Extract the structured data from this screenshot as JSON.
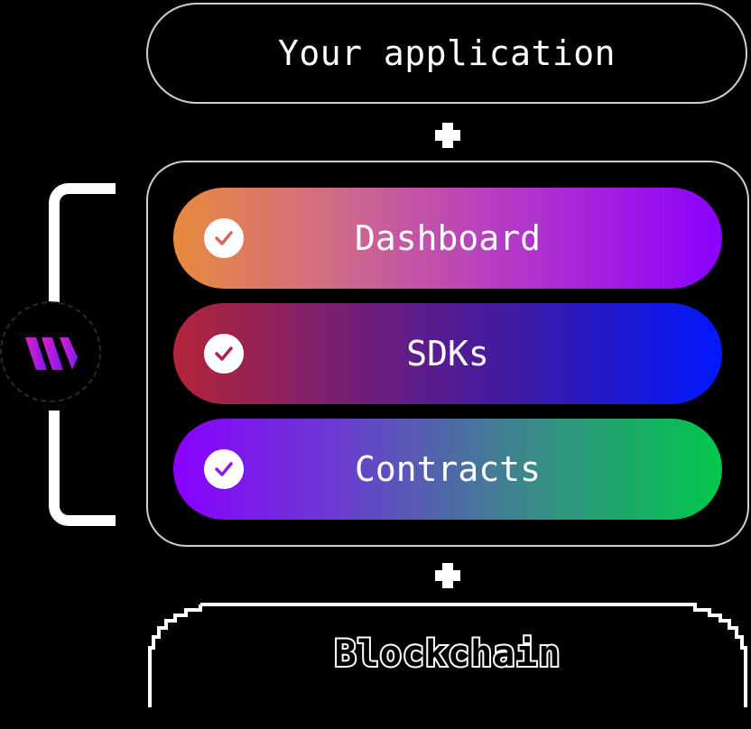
{
  "diagram": {
    "top_box": {
      "label": "Your application"
    },
    "layers": [
      {
        "label": "Dashboard",
        "icon": "check-circle-icon",
        "check_color": "#cf6a5a"
      },
      {
        "label": "SDKs",
        "icon": "check-circle-icon",
        "check_color": "#a8264a"
      },
      {
        "label": "Contracts",
        "icon": "check-circle-icon",
        "check_color": "#8a1ce8"
      }
    ],
    "bottom_box": {
      "label": "Blockchain"
    },
    "logo": {
      "icon": "brand-logo-icon",
      "colors": [
        "#e01ec8",
        "#7b1cf0"
      ]
    },
    "connector_icon": "plus-icon"
  }
}
